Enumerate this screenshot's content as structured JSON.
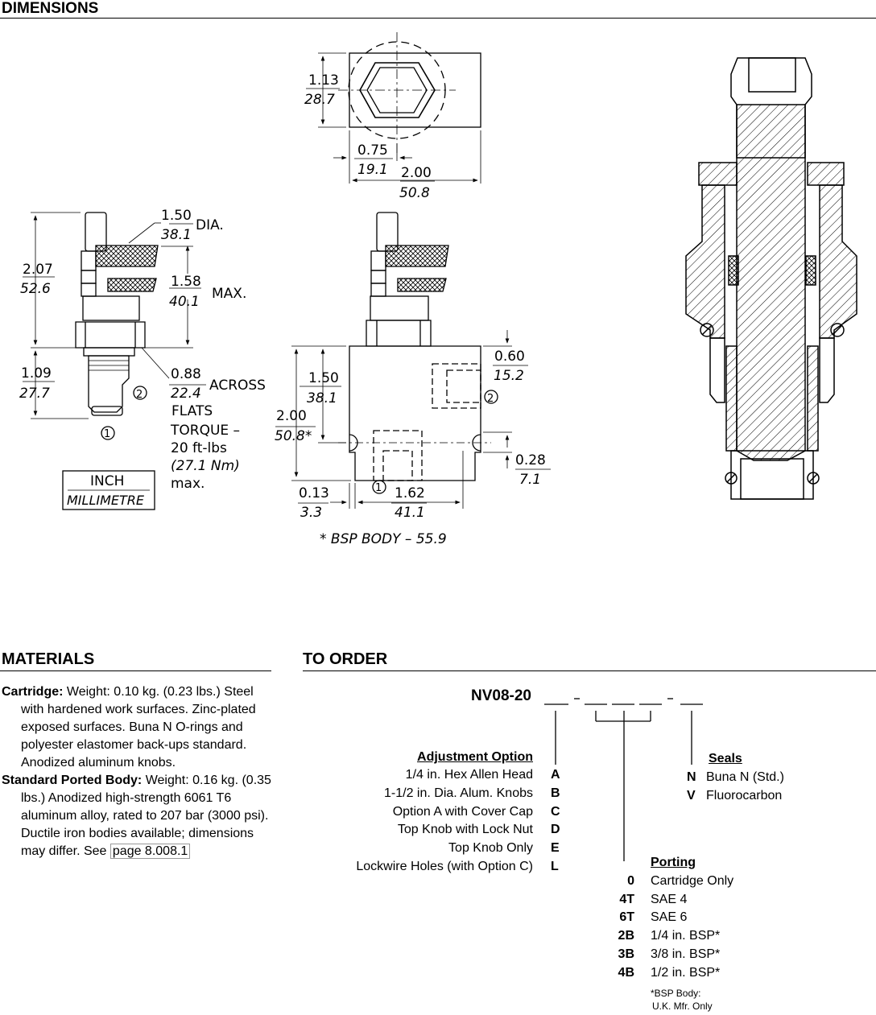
{
  "dimensions": {
    "title": "DIMENSIONS",
    "top_view": {
      "height_in": "1.13",
      "height_mm": "28.7",
      "offset_in": "0.75",
      "offset_mm": "19.1",
      "width_in": "2.00",
      "width_mm": "50.8"
    },
    "cartridge_view": {
      "knob_dia_in": "1.50",
      "knob_dia_mm": "38.1",
      "knob_dia_label": "DIA.",
      "overall_in": "2.07",
      "overall_mm": "52.6",
      "max_in": "1.58",
      "max_mm": "40.1",
      "max_label": "MAX.",
      "lower_in": "1.09",
      "lower_mm": "27.7",
      "flats_in": "0.88",
      "flats_mm": "22.4",
      "flats_label1": "ACROSS",
      "flats_label2": "FLATS",
      "torque1": "TORQUE –",
      "torque2": "20 ft-lbs",
      "torque3": "(27.1 Nm)",
      "torque4": "max.",
      "port1": "1",
      "port2": "2"
    },
    "legend": {
      "inch": "INCH",
      "mm": "MILLIMETRE"
    },
    "body_view": {
      "h1_in": "1.50",
      "h1_mm": "38.1",
      "h2_in": "2.00",
      "h2_mm": "50.8*",
      "port_in": "0.60",
      "port_mm": "15.2",
      "bottom_in": "0.28",
      "bottom_mm": "7.1",
      "edge_in": "0.13",
      "edge_mm": "3.3",
      "span_in": "1.62",
      "span_mm": "41.1",
      "note": "* BSP BODY – 55.9",
      "port1": "1",
      "port2": "2"
    }
  },
  "materials": {
    "title": "MATERIALS",
    "cartridge_label": "Cartridge:",
    "cartridge_text": "Weight: 0.10 kg. (0.23 lbs.) Steel with hardened work surfaces. Zinc-plated exposed surfaces. Buna N O-rings and polyester elastomer back-ups standard. Anodized aluminum knobs.",
    "body_label": "Standard Ported Body:",
    "body_text": "Weight: 0.16 kg. (0.35 lbs.) Anodized high-strength 6061 T6 aluminum alloy, rated to 207 bar (3000 psi). Ductile iron bodies available; dimensions may differ. See",
    "body_link": "page 8.008.1"
  },
  "to_order": {
    "title": "TO ORDER",
    "model": "NV08-20",
    "adjustment": {
      "heading": "Adjustment Option",
      "options": [
        {
          "label": "1/4 in. Hex Allen Head",
          "code": "A"
        },
        {
          "label": "1-1/2 in. Dia. Alum. Knobs",
          "code": "B"
        },
        {
          "label": "Option A with Cover Cap",
          "code": "C"
        },
        {
          "label": "Top Knob with Lock Nut",
          "code": "D"
        },
        {
          "label": "Top Knob Only",
          "code": "E"
        },
        {
          "label": "Lockwire Holes (with Option C)",
          "code": "L"
        }
      ]
    },
    "seals": {
      "heading": "Seals",
      "options": [
        {
          "code": "N",
          "label": "Buna N (Std.)"
        },
        {
          "code": "V",
          "label": "Fluorocarbon"
        }
      ]
    },
    "porting": {
      "heading": "Porting",
      "options": [
        {
          "code": "0",
          "label": "Cartridge Only"
        },
        {
          "code": "4T",
          "label": "SAE 4"
        },
        {
          "code": "6T",
          "label": "SAE 6"
        },
        {
          "code": "2B",
          "label": "1/4 in. BSP*"
        },
        {
          "code": "3B",
          "label": "3/8 in. BSP*"
        },
        {
          "code": "4B",
          "label": "1/2 in. BSP*"
        }
      ],
      "note1": "*BSP Body:",
      "note2": "U.K. Mfr. Only"
    }
  }
}
